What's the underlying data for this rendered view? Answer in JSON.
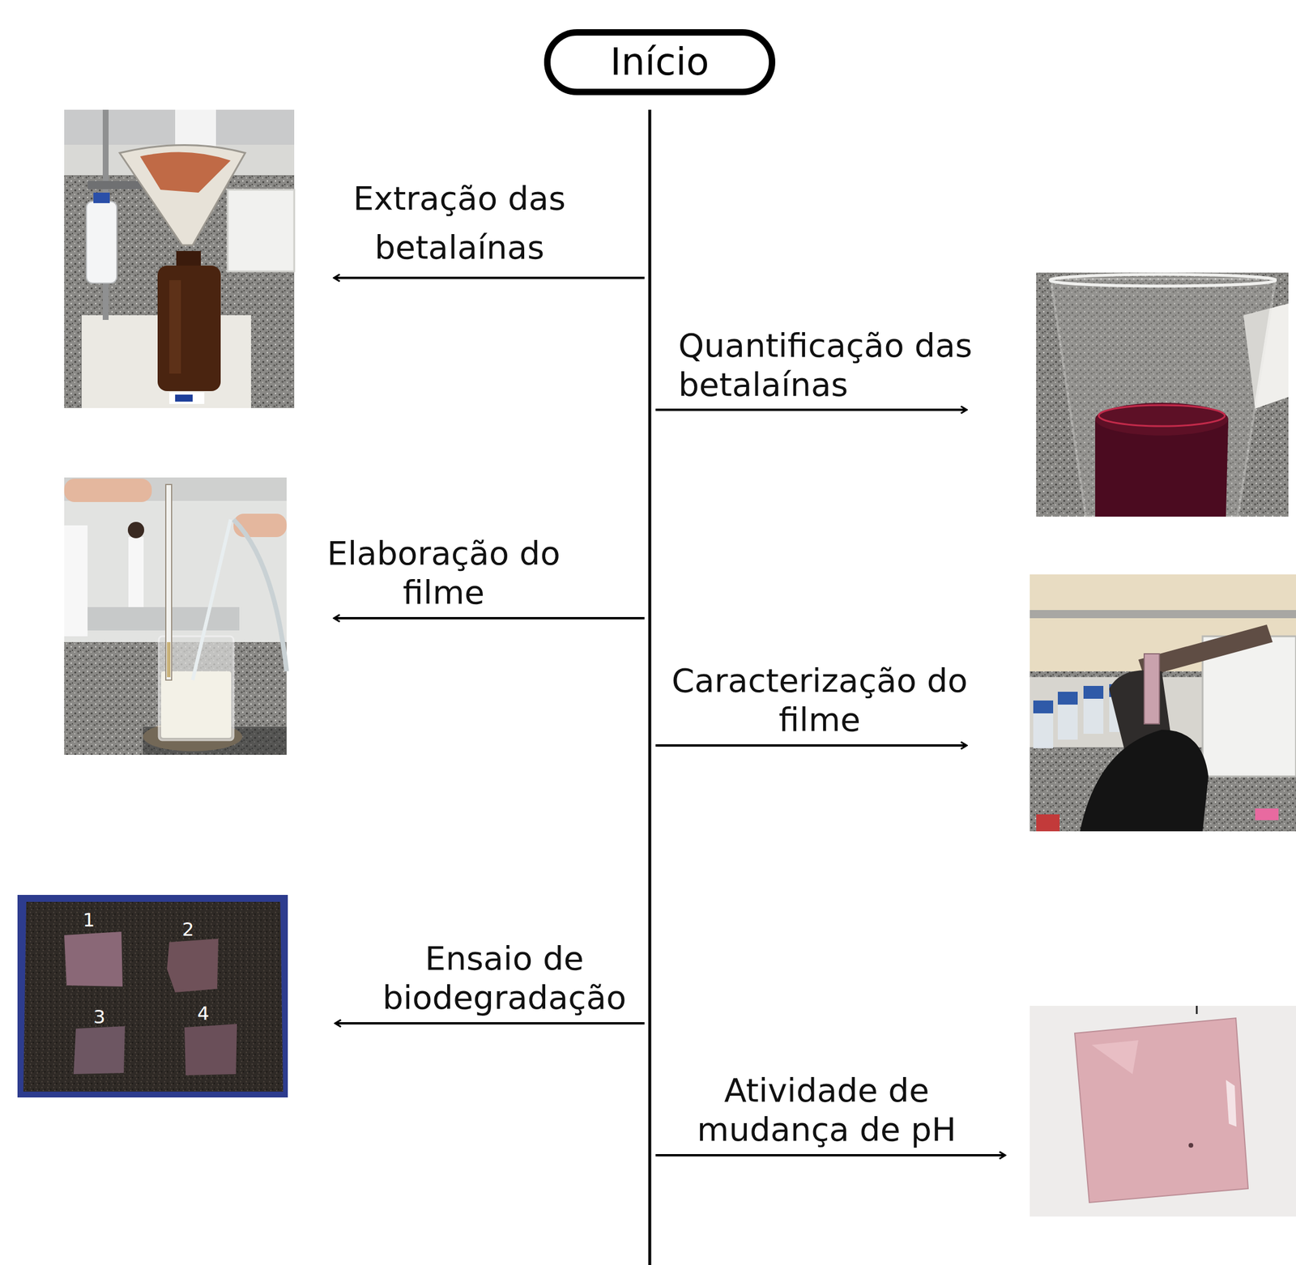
{
  "diagram": {
    "nodes": [
      {
        "text": [
          "Início"
        ]
      }
    ],
    "labels": [
      "Extração das betalaínas",
      "Quantificação das betalaínas",
      "Elaboração do filme",
      "Caracterização do filme",
      "Ensaio de biodegradação",
      "Atividade de mudança de pH",
      "1",
      "2",
      "3",
      "4"
    ]
  }
}
